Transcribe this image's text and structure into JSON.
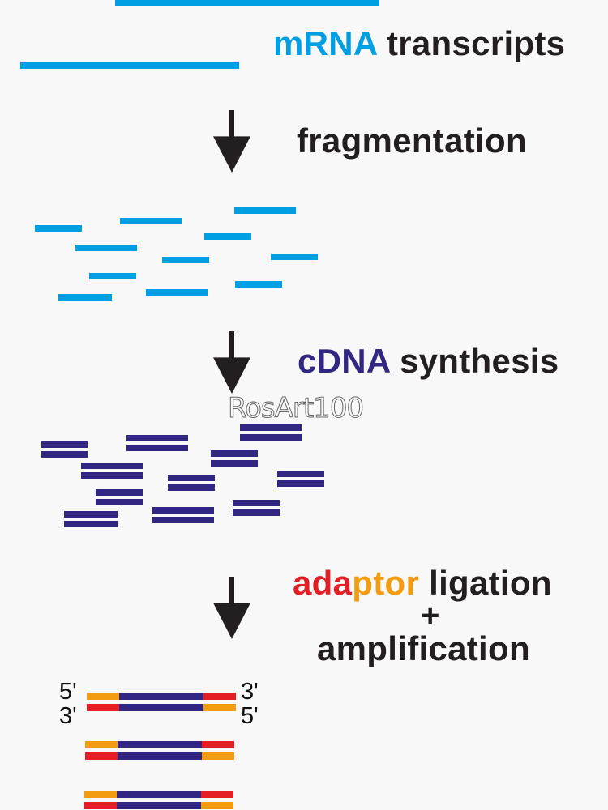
{
  "colors": {
    "mrna": "#009fe3",
    "cdna": "#312783",
    "adaptor_red": "#e31e24",
    "adaptor_orange": "#f39c12",
    "text": "#231f20",
    "arrow": "#231f20",
    "background": "#f8f8f8"
  },
  "steps": [
    {
      "id": "mrna",
      "parts": [
        {
          "text": "mRNA",
          "color": "#009fe3"
        },
        {
          "text": " transcripts",
          "color": "#231f20"
        }
      ]
    },
    {
      "id": "fragmentation",
      "parts": [
        {
          "text": "fragmentation",
          "color": "#231f20"
        }
      ]
    },
    {
      "id": "cdna",
      "parts": [
        {
          "text": "cDNA",
          "color": "#312783"
        },
        {
          "text": " synthesis",
          "color": "#231f20"
        }
      ]
    },
    {
      "id": "adaptor",
      "parts": [
        {
          "text": "ada",
          "color": "#e31e24"
        },
        {
          "text": "ptor",
          "color": "#f39c12"
        },
        {
          "text": " ligation",
          "color": "#231f20"
        }
      ]
    }
  ],
  "plus_label": "+",
  "amplification_label": "amplification",
  "strand_ends": {
    "top_left": "5'",
    "bottom_left": "3'",
    "top_right": "3'",
    "bottom_right": "5'"
  },
  "watermark": "RosArt100"
}
